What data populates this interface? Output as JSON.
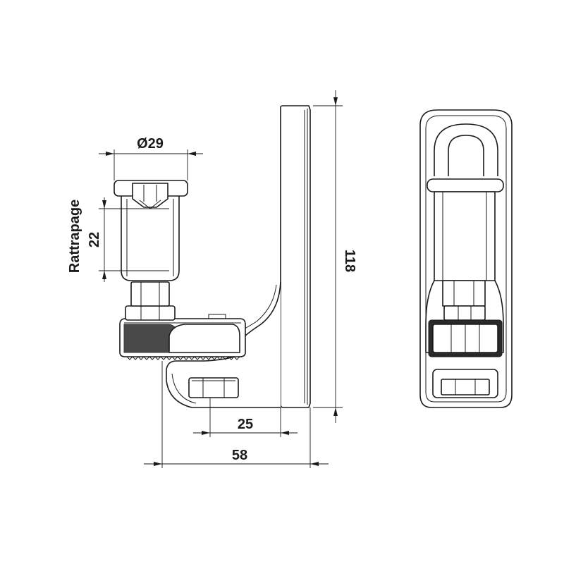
{
  "dimensions": {
    "diameter_label": "Ø29",
    "adjustment_label": "Rattrapage",
    "adjustment_value": "22",
    "height_label": "118",
    "offset_label": "25",
    "width_label": "58"
  },
  "colors": {
    "line": "#1a1a1a",
    "fill": "#ffffff",
    "dark_fill": "#2a2a2a"
  }
}
